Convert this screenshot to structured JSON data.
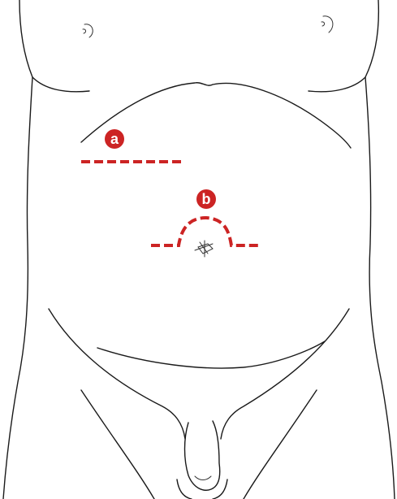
{
  "incisions": [
    {
      "id": "a",
      "label": "a",
      "kind": "transverse",
      "color": "#cc2424"
    },
    {
      "id": "b",
      "label": "b",
      "kind": "periumbilical-arc",
      "color": "#cc2424"
    }
  ],
  "colors": {
    "line_art": "#1a1a1a",
    "label_fill": "#cc2424",
    "label_text": "#ffffff",
    "background": "#ffffff"
  }
}
